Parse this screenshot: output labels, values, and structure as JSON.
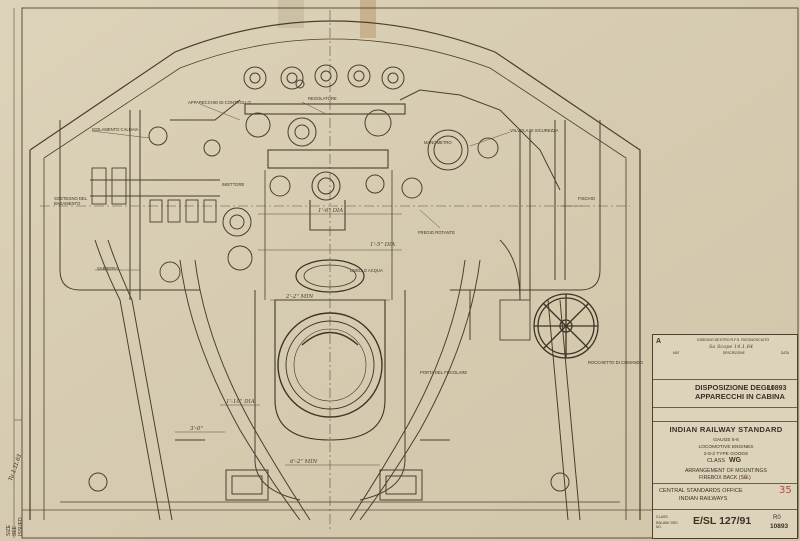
{
  "revision": {
    "letter": "A",
    "description": "DISEGNO DESTRO R.F.S. RICONOSCIUTO",
    "hand_note": "Sa Scope 14.1.64",
    "headers": [
      "MAT",
      "DESCRIZIONE",
      "DATA"
    ]
  },
  "title_block": {
    "italian_title_line1": "DISPOSIZIONE DEGLI",
    "italian_title_line2": "APPARECCHI IN CABINA",
    "ref_number": "10893",
    "standard": "INDIAN RAILWAY STANDARD",
    "gauge": "GAUGE 5-6",
    "engines": "LOCOMOTIVE ENGINES",
    "type": "2-8-2 TYPE GOODS",
    "class_label": "CLASS",
    "class_value": "WG",
    "arrangement": "ARRANGEMENT OF MOUNTINGS",
    "firebox_label": "FIREBOX BACK (SH.",
    "firebox_sheet": "1",
    "firebox_close": ")",
    "office": "CENTRAL STANDARDS OFFICE",
    "railways": "INDIAN RAILWAYS",
    "sheet_no_red": "35",
    "drawing_number": "E/SL 127/91",
    "drawing_suffix": "R0",
    "drawing_ref": "10893",
    "class_box_label": "CLASS",
    "ministry": "RAILWAY DRG. NO."
  },
  "annotations": [
    "SOSTEGNO DEL BASAMENTO",
    "ISOLAMENTO CALDAIA",
    "APPARECCHIO DI CONTROLLO",
    "INIETTORE",
    "REGOLATORE",
    "VALVOLA DI SICUREZZA",
    "MANOMETRO",
    "FISCHIO",
    "SABBIERA",
    "FREGIO ROTANTE",
    "LIVELLO ACQUA",
    "PORTA DEL FOCOLARE",
    "ROCCHETTO DI COMANDO"
  ],
  "dimensions": [
    "1'-6\" DIA",
    "1'-5\" DIA",
    "3'-0\"",
    "2'-2\" MIN",
    "1'-10\" DIA",
    "6'-2\" MIN"
  ],
  "margin_notes": [
    "SIZE",
    "SEE",
    "ISSUED"
  ],
  "margin_hand_note": "Tu 1.11.63"
}
